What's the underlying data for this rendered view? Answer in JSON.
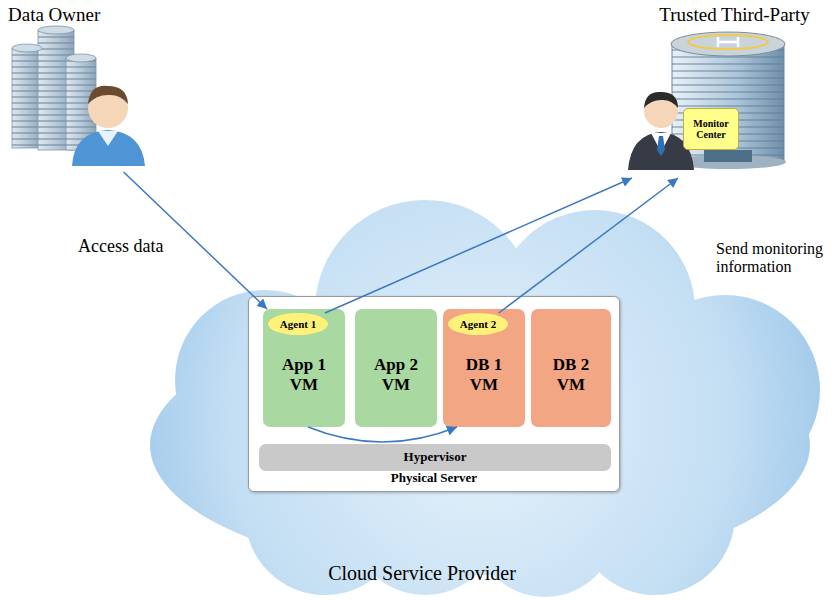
{
  "diagram": {
    "nodes": [
      {
        "text": [
          "Data Owner"
        ]
      },
      {
        "text": [
          "Trusted Third-Party"
        ]
      },
      {
        "text": [
          "Monitor Center"
        ],
        "in": 1
      },
      {
        "text": [
          "Cloud Service Provider"
        ]
      },
      {
        "text": [
          "Physical Server"
        ],
        "in": 3
      },
      {
        "text": [
          "App 1 VM"
        ],
        "in": 4
      },
      {
        "text": [
          "Agent 1"
        ],
        "in": 5
      },
      {
        "text": [
          "App 2 VM"
        ],
        "in": 4
      },
      {
        "text": [
          "DB 1 VM"
        ],
        "in": 4
      },
      {
        "text": [
          "Agent 2"
        ],
        "in": 8
      },
      {
        "text": [
          "DB 2 VM"
        ],
        "in": 4
      },
      {
        "text": [
          "Hypervisor"
        ],
        "in": 4
      }
    ],
    "edges": [
      {
        "from": 0,
        "to": 5,
        "label": "Access data",
        "arrow": "to"
      },
      {
        "from": 6,
        "to": 1,
        "arrow": "to"
      },
      {
        "from": 9,
        "to": 1,
        "arrow": "to"
      },
      {
        "from": 5,
        "to": 8,
        "arrow": "to"
      }
    ],
    "labels": [
      "Send monitoring information"
    ]
  }
}
